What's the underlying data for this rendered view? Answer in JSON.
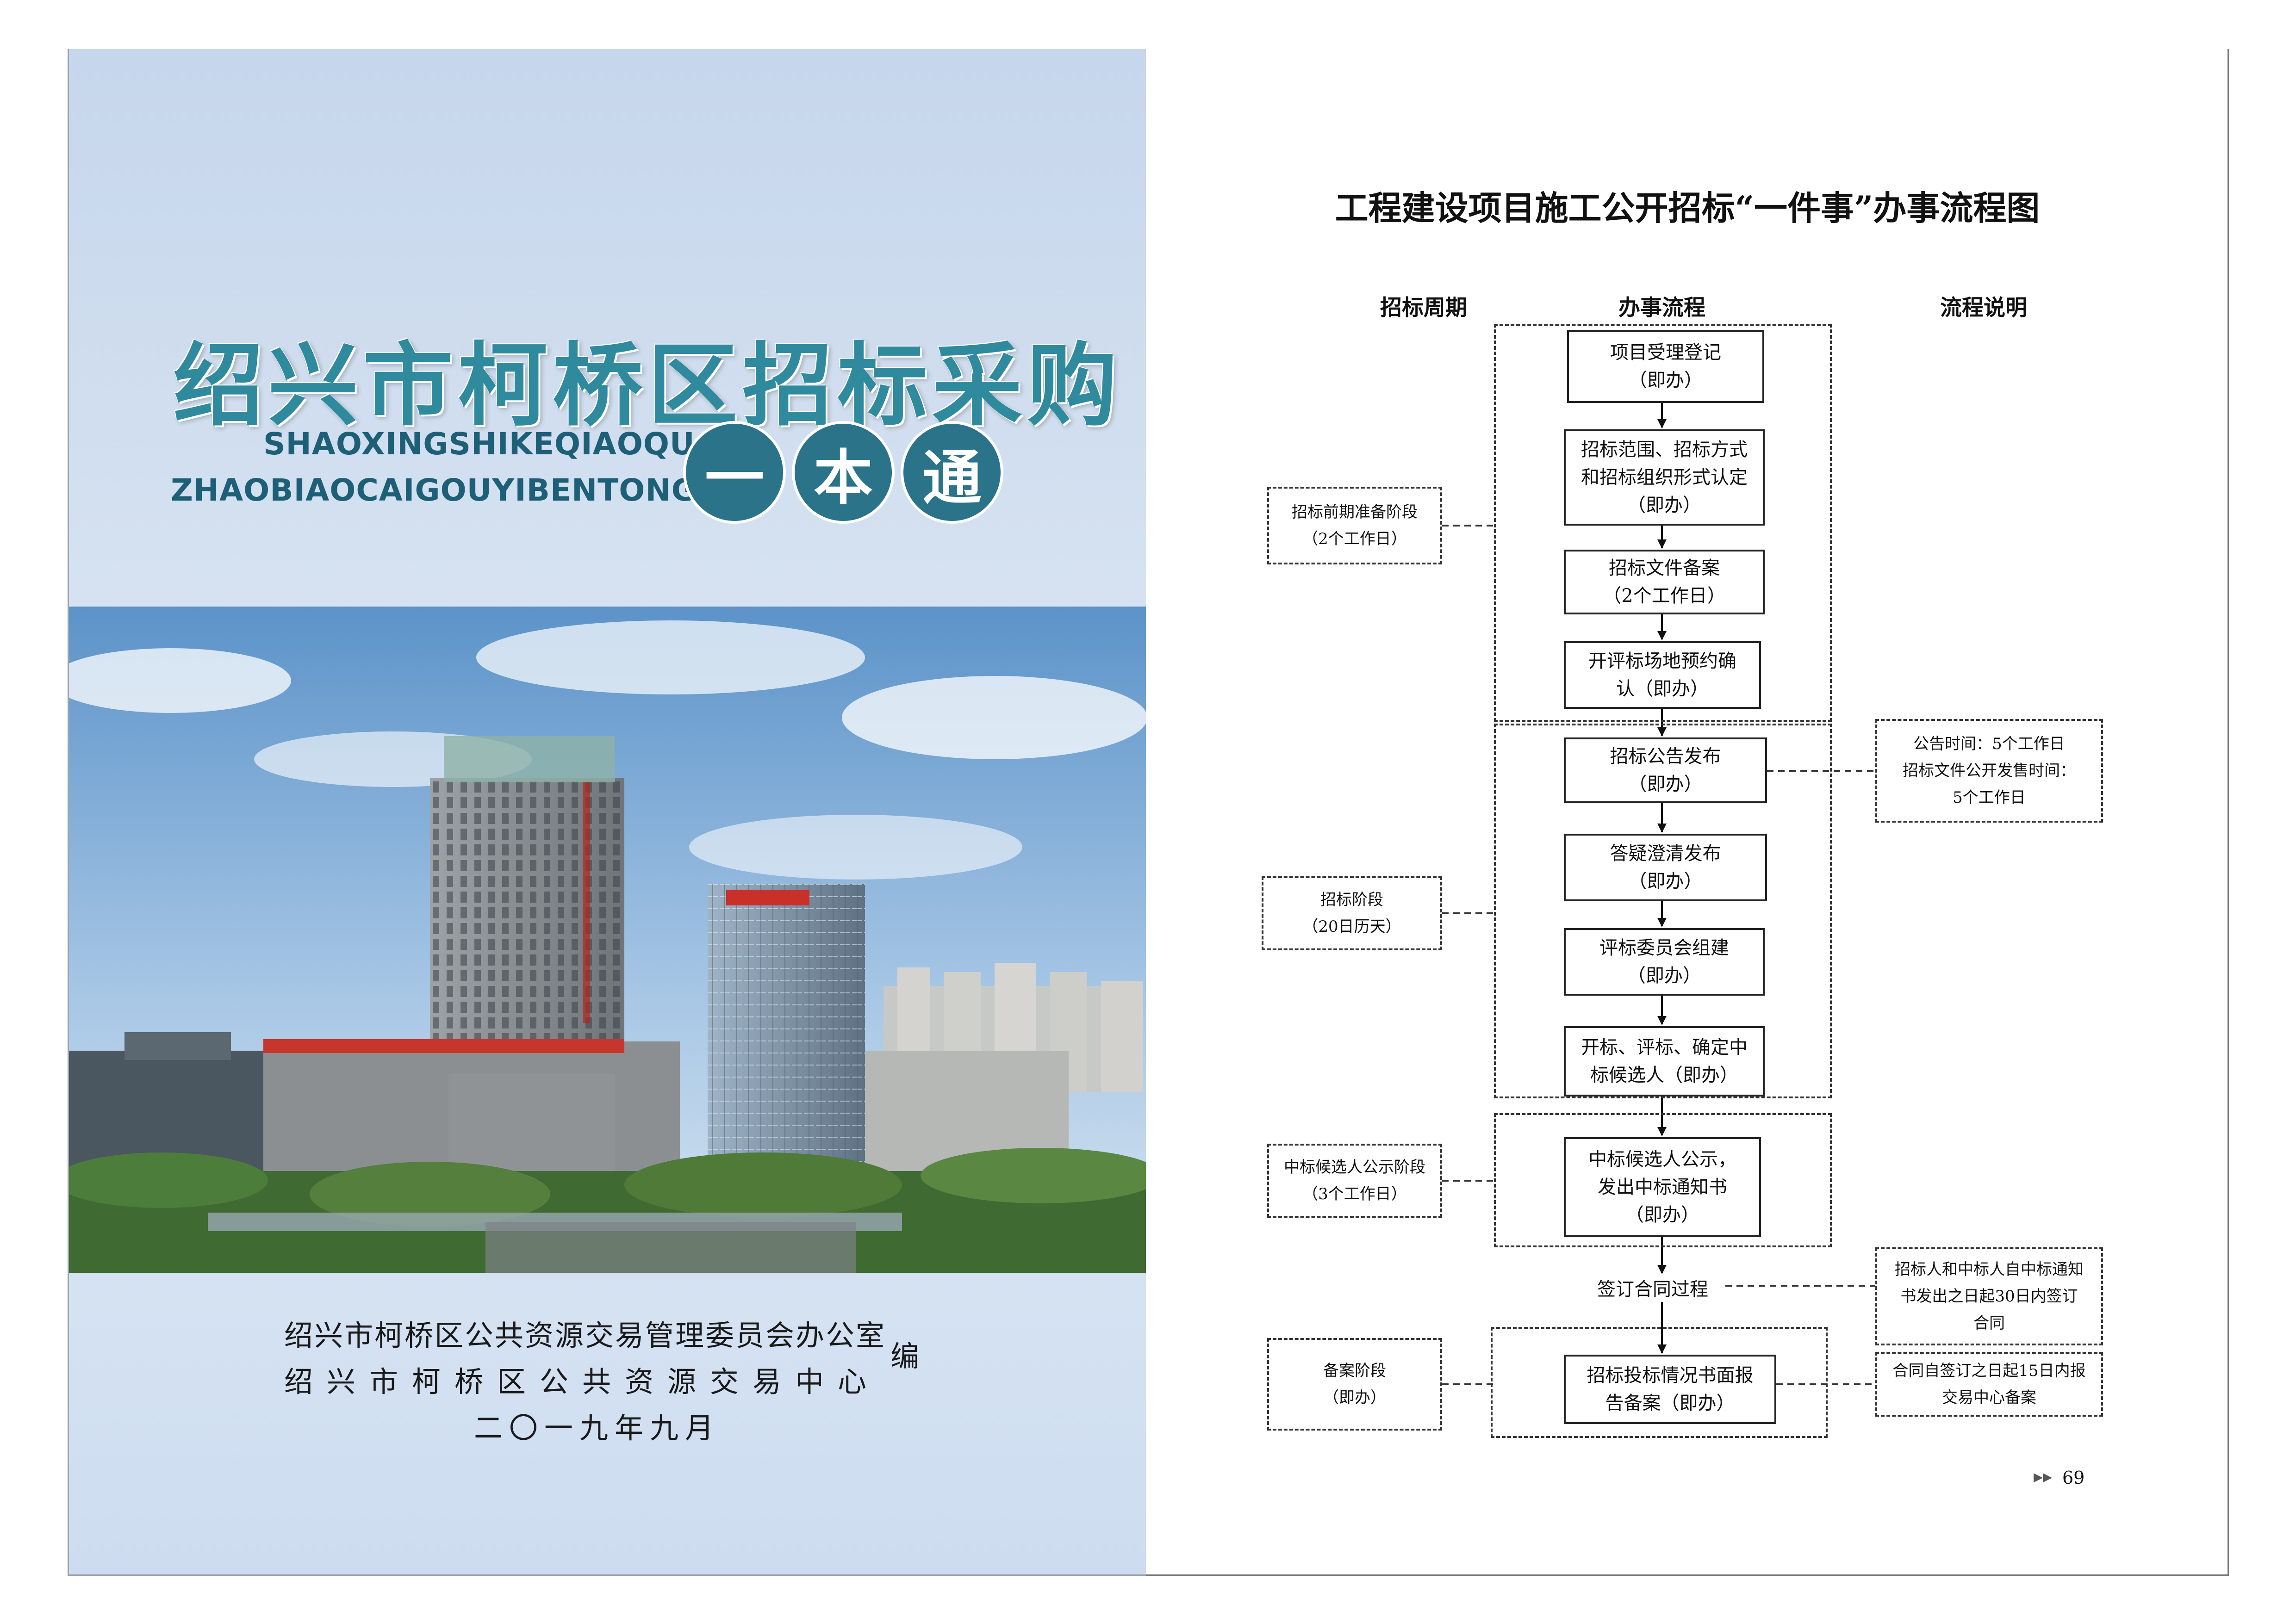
{
  "cover": {
    "title": "绍兴市柯桥区招标采购",
    "pinyin_line1": "SHAOXINGSHIKEQIAOQU",
    "pinyin_line2": "ZHAOBIAOCAIGOUYIBENTONG",
    "circles": [
      "一",
      "本",
      "通"
    ],
    "publisher_line1": "绍兴市柯桥区公共资源交易管理委员会办公室",
    "publisher_line2": "绍兴市柯桥区公共资源交易中心",
    "editor_mark": "编",
    "date": "二〇一九年九月"
  },
  "flowchart": {
    "title": "工程建设项目施工公开招标“一件事”办事流程图",
    "column_headers": {
      "period": "招标周期",
      "process": "办事流程",
      "notes": "流程说明"
    },
    "steps": [
      {
        "line1": "项目受理登记",
        "line2": "（即办）"
      },
      {
        "line1": "招标范围、招标方式",
        "line2": "和招标组织形式认定",
        "line3": "（即办）"
      },
      {
        "line1": "招标文件备案",
        "line2": "（2个工作日）"
      },
      {
        "line1": "开评标场地预约确",
        "line2": "认（即办）"
      },
      {
        "line1": "招标公告发布",
        "line2": "（即办）"
      },
      {
        "line1": "答疑澄清发布",
        "line2": "（即办）"
      },
      {
        "line1": "评标委员会组建",
        "line2": "（即办）"
      },
      {
        "line1": "开标、评标、确定中",
        "line2": "标候选人（即办）"
      },
      {
        "line1": "中标候选人公示，",
        "line2": "发出中标通知书",
        "line3": "（即办）"
      },
      {
        "line1": "招标投标情况书面报",
        "line2": "告备案（即办）"
      }
    ],
    "contract_step": "签订合同过程",
    "periods": [
      {
        "line1": "招标前期准备阶段",
        "line2": "（2个工作日）"
      },
      {
        "line1": "招标阶段",
        "line2": "（20日历天）"
      },
      {
        "line1": "中标候选人公示阶段",
        "line2": "（3个工作日）"
      },
      {
        "line1": "备案阶段",
        "line2": "（即办）"
      }
    ],
    "notes": [
      {
        "line1": "公告时间：5个工作日",
        "line2": "招标文件公开发售时间：",
        "line3": "5个工作日"
      },
      {
        "line1": "招标人和中标人自中标通知",
        "line2": "书发出之日起30日内签订",
        "line3": "合同"
      },
      {
        "line1": "合同自签订之日起15日内报",
        "line2": "交易中心备案"
      }
    ],
    "page_number": "69",
    "page_marker": "▶▶"
  }
}
